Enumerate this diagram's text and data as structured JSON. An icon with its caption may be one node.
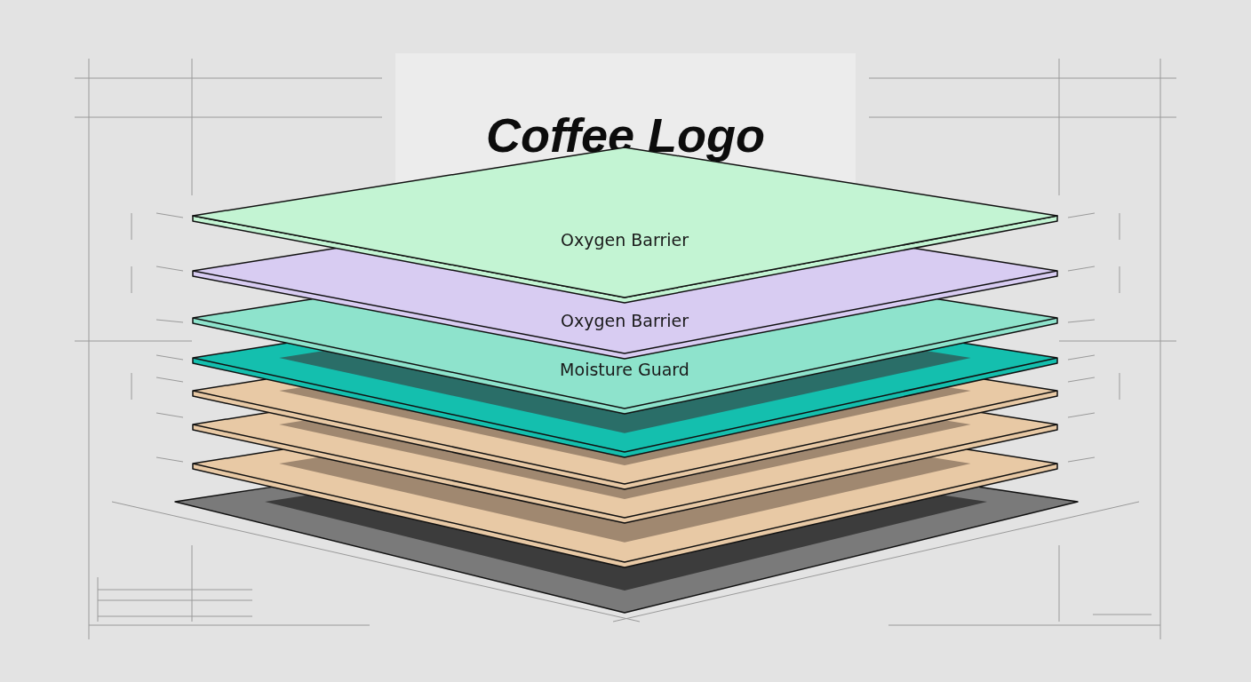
{
  "diagram": {
    "title": "Coffee Logo",
    "nodes": [
      {
        "text": [
          "Oxygen Barrier"
        ]
      },
      {
        "text": [
          "Oxygen Barrier"
        ]
      },
      {
        "text": [
          "Moisture Guard"
        ]
      },
      {
        "text": [],
        "shape": "layer"
      },
      {
        "text": [],
        "shape": "layer"
      },
      {
        "text": [],
        "shape": "layer"
      },
      {
        "text": [],
        "shape": "layer"
      },
      {
        "text": [],
        "shape": "layer"
      }
    ]
  }
}
